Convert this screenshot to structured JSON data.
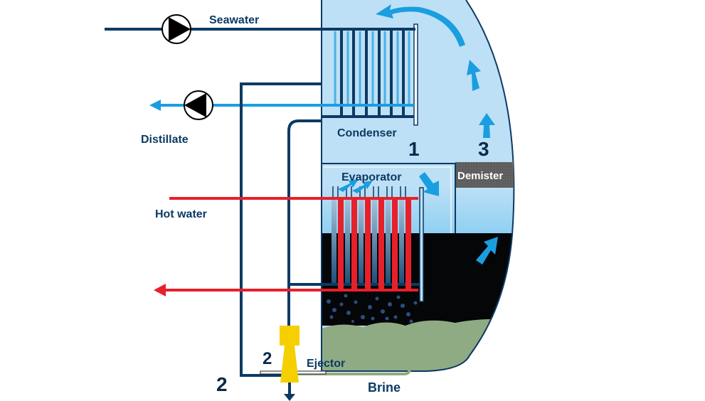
{
  "title": "Single-stage evaporative desalination diagram",
  "colors": {
    "navy": "#0d3a63",
    "light_blue_fill": "#bde0f6",
    "flow_blue": "#1a9ee0",
    "hot_red": "#e8202a",
    "brine_green": "#8fab84",
    "ejector_yellow": "#f6cf00",
    "dark_liquid": "#050608",
    "demister_gray": "#5a5a5a"
  },
  "labels": {
    "seawater": "Seawater",
    "distillate": "Distillate",
    "hot_water": "Hot water",
    "condenser": "Condenser",
    "evaporator": "Evaporator",
    "demister": "Demister",
    "ejector": "Ejector",
    "brine": "Brine"
  },
  "numbers": {
    "condenser_stage": "1",
    "demister_stage": "3",
    "ejector_stage": "2",
    "outlet_stage": "2"
  },
  "icons": {
    "seawater_pump": "pump-right-icon",
    "distillate_pump": "pump-left-icon",
    "ejector": "ejector-nozzle-icon"
  }
}
